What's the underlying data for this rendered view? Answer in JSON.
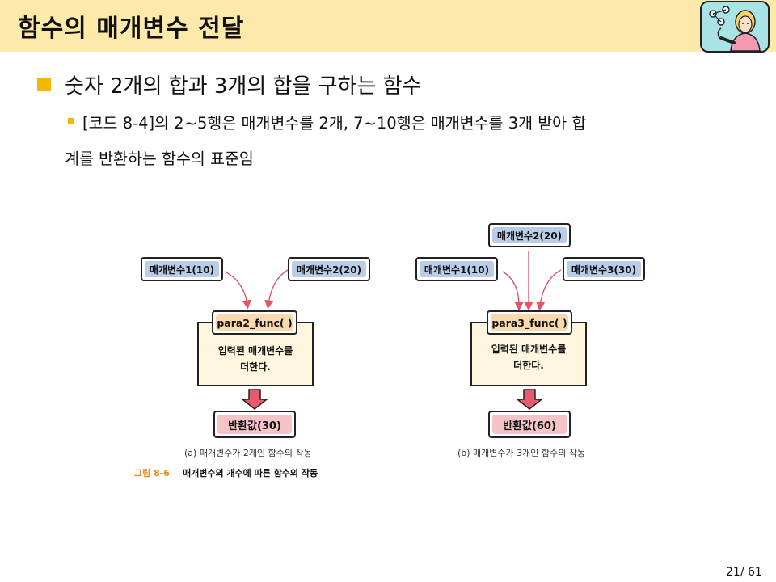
{
  "slide": {
    "title": "함수의 매개변수 전달",
    "bullet1": "숫자 2개의 합과 3개의 합을 구하는 함수",
    "bullet2_line1": "[코드 8-4]의 2~5행은 매개변수를 2개, 7~10행은 매개변수를 3개 받아 합",
    "bullet2_line2": "계를 반환하는 함수의 표준임",
    "page_number": "21/ 61"
  },
  "figure": {
    "left": {
      "params": [
        "매개변수1(10)",
        "매개변수2(20)"
      ],
      "func_name": "para2_func( )",
      "desc_line1": "입력된 매개변수를",
      "desc_line2": "더한다.",
      "return_value": "반환값(30)",
      "caption": "(a) 매개변수가 2개인 함수의 작동"
    },
    "right": {
      "params": [
        "매개변수1(10)",
        "매개변수2(20)",
        "매개변수3(30)"
      ],
      "func_name": "para3_func( )",
      "desc_line1": "입력된 매개변수를",
      "desc_line2": "더한다.",
      "return_value": "반환값(60)",
      "caption": "(b) 매개변수가 3개인 함수의 작동"
    },
    "fig_number": "그림 8-6",
    "fig_title": "매개변수의 개수에 따른 함수의 작동"
  },
  "colors": {
    "header_bg": "#fde9a9",
    "bullet": "#f5b800",
    "param_fill": "#b9cde9",
    "func_fill": "#fbd9ae",
    "return_fill": "#f6c4c8",
    "arrow": "#e0556a",
    "fig_number": "#e8891a"
  },
  "icons": {
    "avatar": "presenter-avatar-icon"
  }
}
